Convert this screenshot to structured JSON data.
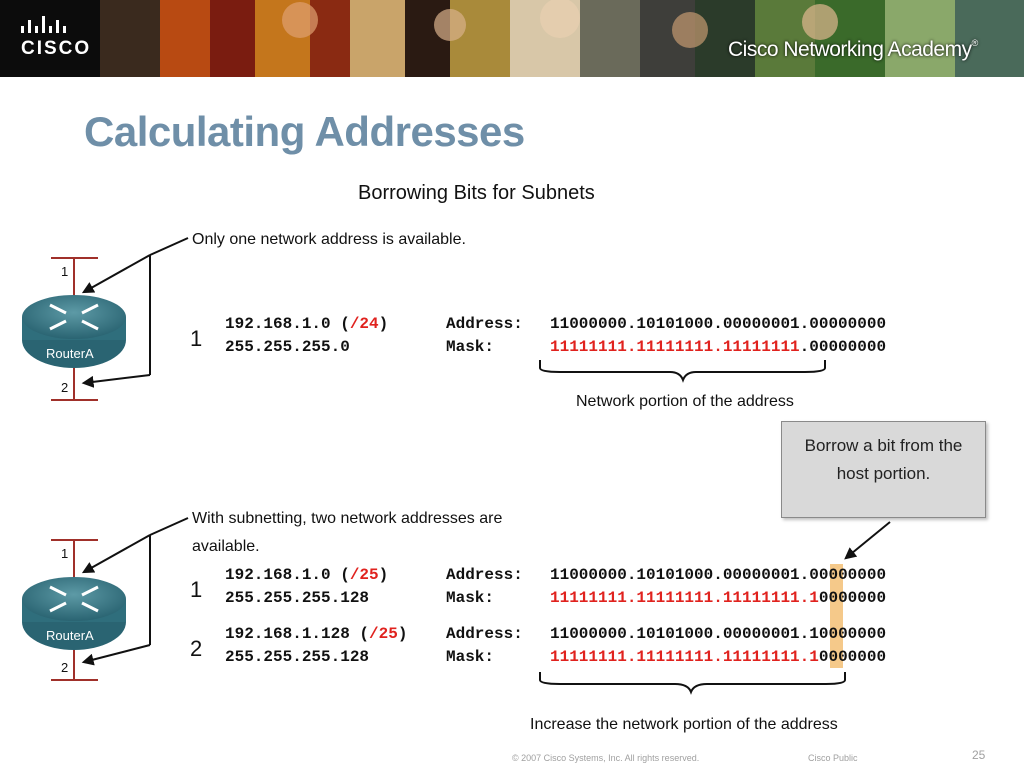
{
  "header": {
    "logo_text": "CISCO",
    "academy_text": "Cisco Networking Academy",
    "academy_mark": "®",
    "colors": {
      "background": "#111111",
      "accent": "#ffffff"
    }
  },
  "slide": {
    "title": "Calculating Addresses",
    "subtitle": "Borrowing Bits for Subnets"
  },
  "section1": {
    "note": "Only one network address is available.",
    "router_label": "RouterA",
    "port_top": "1",
    "port_bottom": "2",
    "row": {
      "index": "1",
      "ip": "192.168.1.0",
      "prefix_open": " (",
      "prefix": "/24",
      "prefix_close": ")",
      "mask": "255.255.255.0",
      "address_label": "Address:",
      "mask_label": "Mask:",
      "address_bits": "11000000.10101000.00000001.00000000",
      "mask_bits_red": "11111111.11111111.11111111",
      "mask_bits_rest": ".00000000"
    },
    "brace_label": "Network portion of the address"
  },
  "callout": {
    "line1": "Borrow a bit from the",
    "line2": "host portion."
  },
  "section2": {
    "note_line1": "With subnetting, two network addresses are",
    "note_line2": "available.",
    "router_label": "RouterA",
    "port_top": "1",
    "port_bottom": "2",
    "rows": [
      {
        "index": "1",
        "ip": "192.168.1.0",
        "prefix_open": " (",
        "prefix": "/25",
        "prefix_close": ")",
        "mask": "255.255.255.128",
        "address_label": "Address:",
        "mask_label": "Mask:",
        "address_bits_head": "11000000.10101000.00000001.",
        "address_bits_hl": "0",
        "address_bits_tail": "0000000",
        "mask_bits_red": "11111111.11111111.11111111.",
        "mask_bits_hl": "1",
        "mask_bits_tail": "0000000"
      },
      {
        "index": "2",
        "ip": "192.168.1.128",
        "prefix_open": " (",
        "prefix": "/25",
        "prefix_close": ")",
        "mask": "255.255.255.128",
        "address_label": "Address:",
        "mask_label": "Mask:",
        "address_bits_head": "11000000.10101000.00000001.",
        "address_bits_hl": "1",
        "address_bits_tail": "0000000",
        "mask_bits_red": "11111111.11111111.11111111.",
        "mask_bits_hl": "1",
        "mask_bits_tail": "0000000"
      }
    ],
    "brace_label": "Increase the network portion of the address"
  },
  "footer": {
    "copyright": "© 2007 Cisco Systems, Inc. All rights reserved.",
    "classification": "Cisco Public",
    "page": "25"
  }
}
